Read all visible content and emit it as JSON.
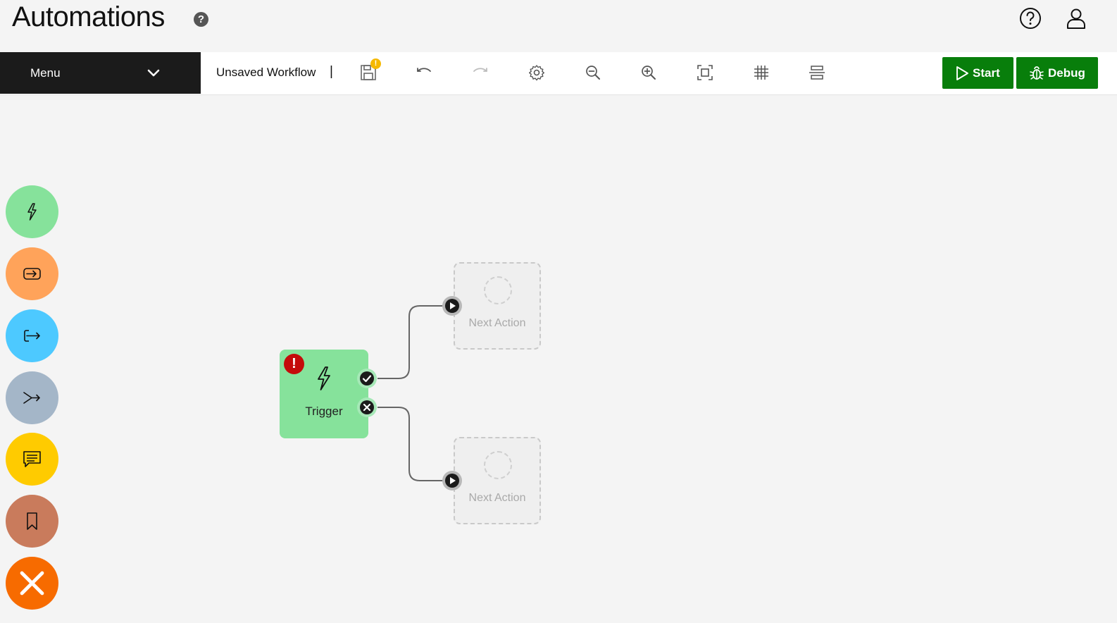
{
  "header": {
    "title": "Automations",
    "help_glyph": "?",
    "icons": [
      "help-circle-icon",
      "user-icon"
    ]
  },
  "toolbar": {
    "menu_label": "Menu",
    "workflow_name": "Unsaved Workflow",
    "separator": "|",
    "save_badge": "!",
    "tools": [
      "save-icon",
      "undo-icon",
      "redo-icon",
      "settings-icon",
      "zoom-out-icon",
      "zoom-in-icon",
      "fit-to-screen-icon",
      "grid-icon",
      "align-icon"
    ],
    "start_label": "Start",
    "debug_label": "Debug",
    "accent": "#087e0b"
  },
  "palette": [
    {
      "name": "trigger",
      "icon": "lightning-icon",
      "color": "#86e29b"
    },
    {
      "name": "input",
      "icon": "input-icon",
      "color": "#ffa35a"
    },
    {
      "name": "output",
      "icon": "output-arrow-icon",
      "color": "#4dc9ff"
    },
    {
      "name": "branch",
      "icon": "merge-icon",
      "color": "#a4b6c8"
    },
    {
      "name": "message",
      "icon": "message-icon",
      "color": "#ffcb00"
    },
    {
      "name": "bookmark",
      "icon": "bookmark-icon",
      "color": "#c97b5c"
    },
    {
      "name": "close",
      "icon": "close-icon",
      "color": "#f76b00"
    }
  ],
  "workflow": {
    "trigger": {
      "label": "Trigger",
      "error_badge": "!",
      "color": "#86e29b"
    },
    "next_actions": [
      {
        "label": "Next Action"
      },
      {
        "label": "Next Action"
      }
    ]
  }
}
